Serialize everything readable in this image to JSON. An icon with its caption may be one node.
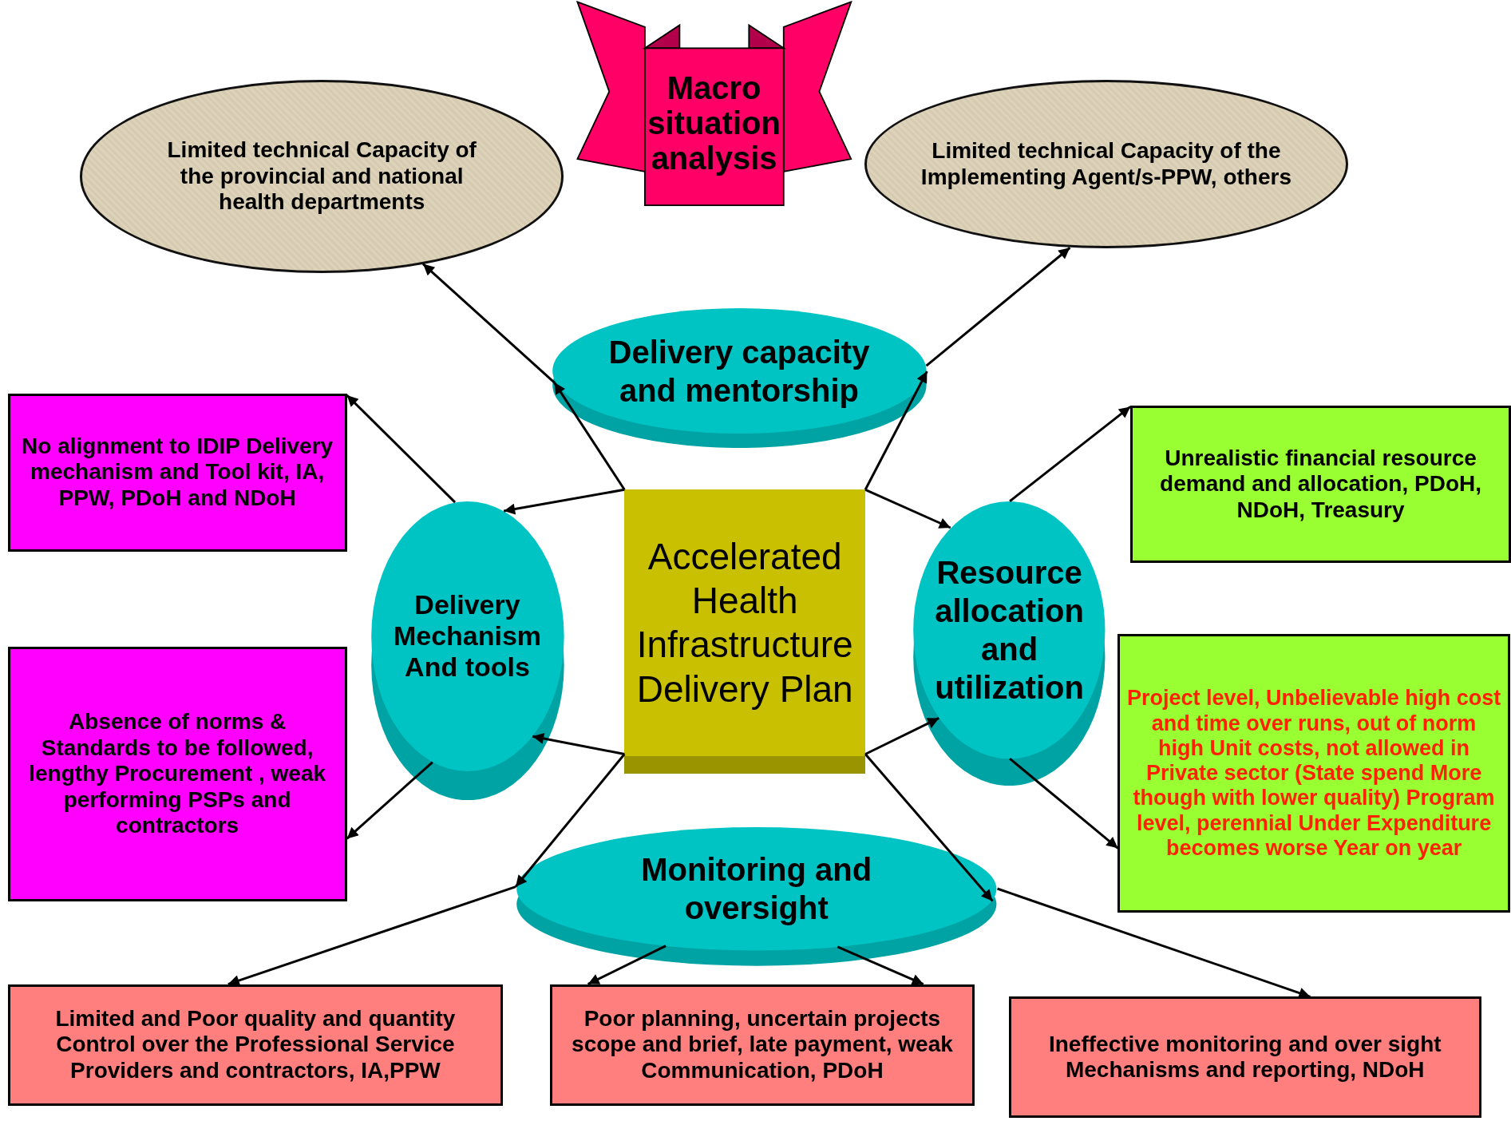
{
  "diagram": {
    "nodes": [
      {
        "text": [
          "Macro situation analysis"
        ]
      },
      {
        "text": [
          "Limited technical Capacity of the provincial and national health departments"
        ]
      },
      {
        "text": [
          "Limited technical Capacity of the Implementing Agent/s-PPW, others"
        ]
      },
      {
        "text": [
          "Delivery capacity and mentorship"
        ]
      },
      {
        "text": [
          "No alignment to IDIP Delivery mechanism and Tool kit, IA, PPW, PDoH and NDoH"
        ]
      },
      {
        "text": [
          "Unrealistic financial resource demand and allocation, PDoH, NDoH, Treasury"
        ]
      },
      {
        "text": [
          "Delivery Mechanism And tools"
        ]
      },
      {
        "text": [
          "Accelerated Health Infrastructure Delivery Plan"
        ]
      },
      {
        "text": [
          "Resource allocation and utilization"
        ]
      },
      {
        "text": [
          "Project level, Unbelievable high cost and time over runs, out of norm high Unit costs, not allowed in Private sector (State spend More though with lower quality) Program level, perennial Under Expenditure becomes worse Year on year"
        ]
      },
      {
        "text": [
          "Absence of norms & Standards to be followed, lengthy Procurement , weak performing PSPs and contractors"
        ]
      },
      {
        "text": [
          "Monitoring and oversight"
        ]
      },
      {
        "text": [
          "Limited and Poor quality and quantity Control over the Professional Service Providers and contractors, IA,PPW"
        ]
      },
      {
        "text": [
          "Poor planning, uncertain projects scope and brief, late payment, weak Communication, PDoH"
        ]
      },
      {
        "text": [
          "Ineffective monitoring and over sight Mechanisms and reporting, NDoH"
        ]
      }
    ],
    "edges": [
      {
        "from": 7,
        "to": 3,
        "arrow": "to"
      },
      {
        "from": 3,
        "to": 1,
        "arrow": "to"
      },
      {
        "from": 7,
        "to": 3,
        "arrow": "to"
      },
      {
        "from": 3,
        "to": 2,
        "arrow": "to"
      },
      {
        "from": 7,
        "to": 6,
        "arrow": "to"
      },
      {
        "from": 6,
        "to": 4,
        "arrow": "to"
      },
      {
        "from": 7,
        "to": 6,
        "arrow": "to"
      },
      {
        "from": 6,
        "to": 10,
        "arrow": "to"
      },
      {
        "from": 7,
        "to": 8,
        "arrow": "to"
      },
      {
        "from": 8,
        "to": 5,
        "arrow": "to"
      },
      {
        "from": 7,
        "to": 8,
        "arrow": "to"
      },
      {
        "from": 8,
        "to": 9,
        "arrow": "to"
      },
      {
        "from": 7,
        "to": 11,
        "arrow": "to"
      },
      {
        "from": 7,
        "to": 11,
        "arrow": "to"
      },
      {
        "from": 11,
        "to": 12,
        "arrow": "to"
      },
      {
        "from": 11,
        "to": 13,
        "arrow": "to"
      },
      {
        "from": 11,
        "to": 13,
        "arrow": "to"
      },
      {
        "from": 11,
        "to": 14,
        "arrow": "to"
      }
    ]
  }
}
